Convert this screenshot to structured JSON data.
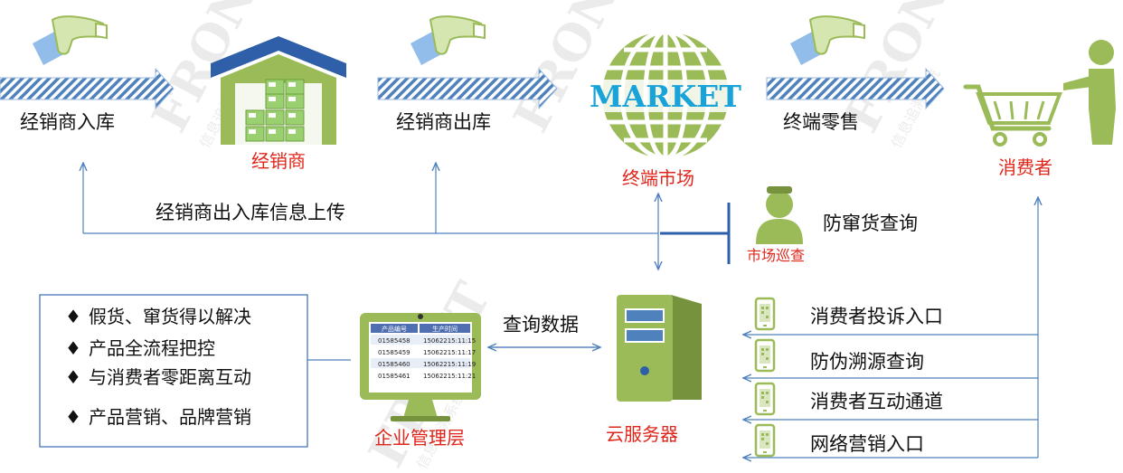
{
  "flow_labels": {
    "dealer_in": "经销商入库",
    "dealer_out": "经销商出库",
    "retail": "终端零售",
    "upload": "经销商出入库信息上传",
    "anti_cross": "防窜货查询",
    "query_data": "查询数据"
  },
  "nodes": {
    "dealer": "经销商",
    "market": "终端市场",
    "consumer": "消费者",
    "inspection": "市场巡查",
    "enterprise": "企业管理层",
    "cloud": "云服务器"
  },
  "market_word": "MARKET",
  "benefits": [
    "假货、窜货得以解决",
    "产品全流程把控",
    "与消费者零距离互动",
    "产品营销、品牌营销"
  ],
  "bullet_symbol": "♦",
  "phone_entries": [
    "消费者投诉入口",
    "防伪溯源查询",
    "消费者互动通道",
    "网络营销入口"
  ],
  "monitor_table": {
    "headers": [
      "产品编号",
      "生产时间"
    ],
    "rows": [
      [
        "01585458",
        "15062215:11:15"
      ],
      [
        "01585459",
        "15062215:11:17"
      ],
      [
        "01585460",
        "15062215:11:19"
      ],
      [
        "01585461",
        "15062215:11:21"
      ]
    ]
  },
  "watermark": {
    "brand": "FRONT",
    "sub": "信息追溯系统"
  },
  "colors": {
    "green": "#9bbb59",
    "dark_green": "#76923c",
    "blue_line": "#4f81bd",
    "red": "#e0251b",
    "roof_blue": "#2e5fa8",
    "market_blue": "#1aa3d8"
  }
}
